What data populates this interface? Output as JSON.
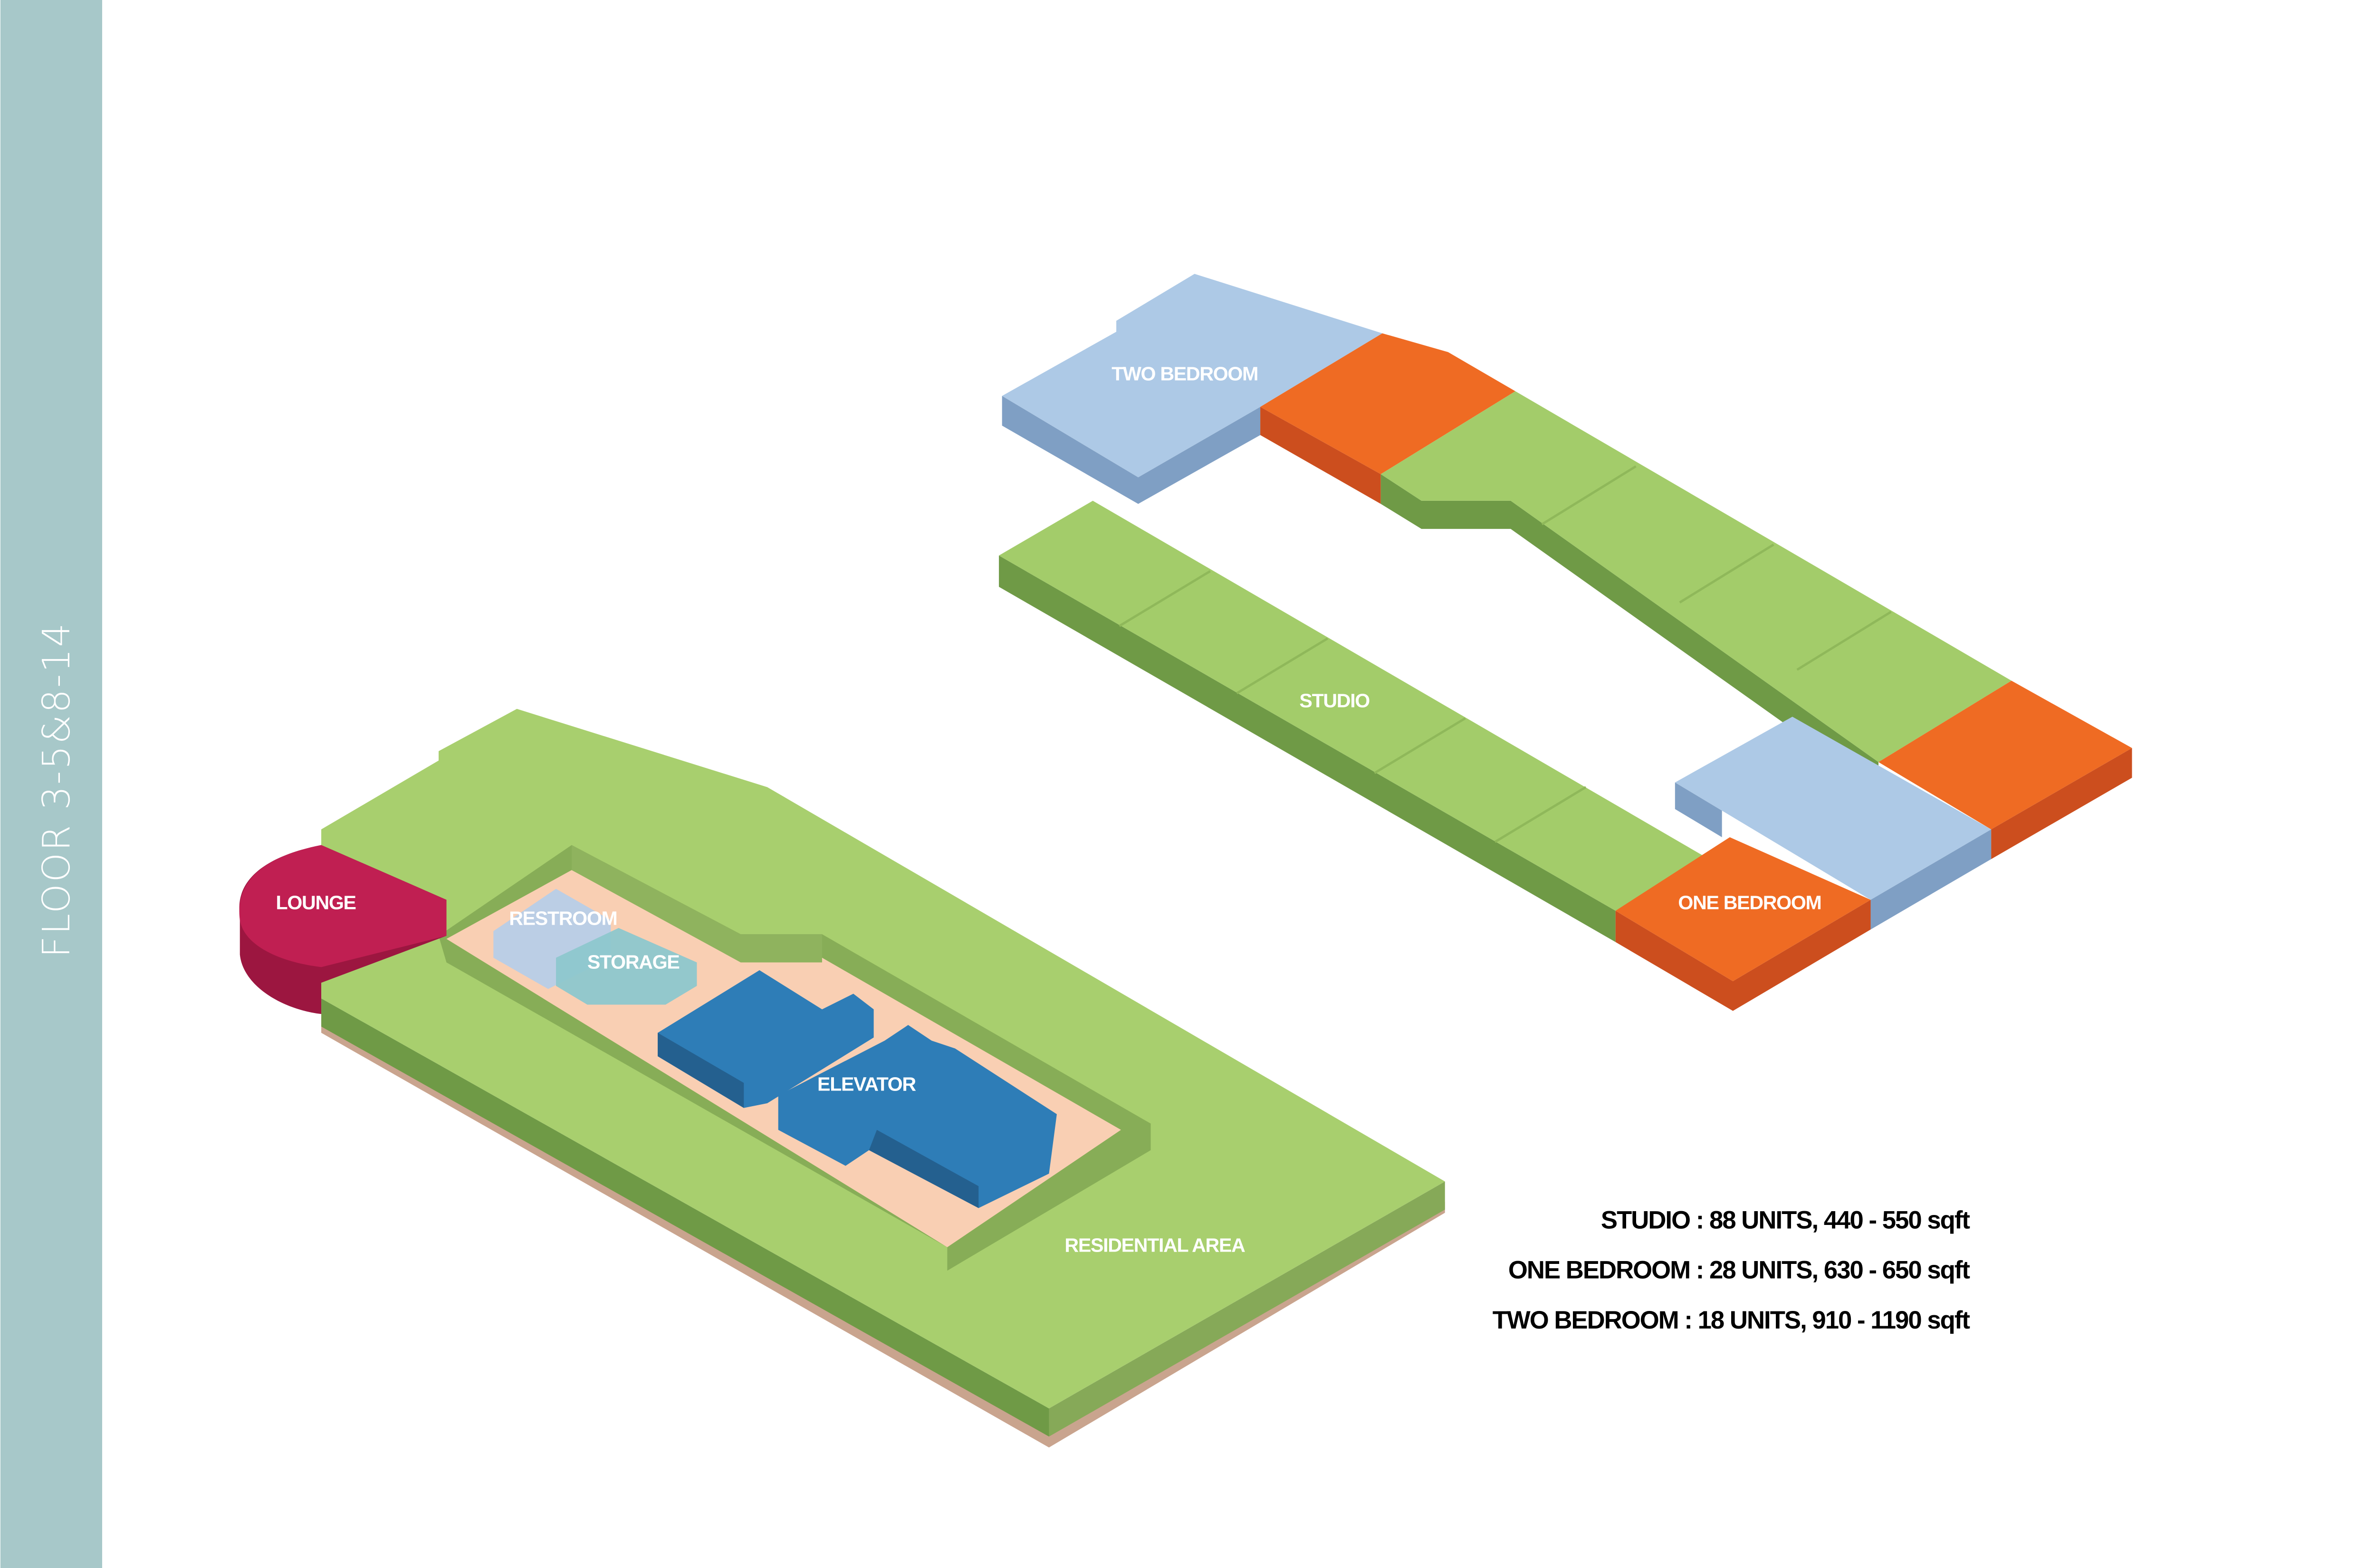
{
  "sidebar": {
    "title": "FLOOR 3-5&8-14"
  },
  "left_building": {
    "labels": {
      "lounge": "LOUNGE",
      "restroom": "RESTROOM",
      "storage": "STORAGE",
      "elevator": "ELEVATOR",
      "residential": "RESIDENTIAL AREA"
    }
  },
  "right_building": {
    "labels": {
      "two_bedroom": "TWO BEDROOM",
      "studio": "STUDIO",
      "one_bedroom": "ONE BEDROOM"
    }
  },
  "legend": [
    {
      "text": "STUDIO : 88 UNITS, 440 - 550 sqft"
    },
    {
      "text": "ONE BEDROOM : 28 UNITS, 630 - 650 sqft"
    },
    {
      "text": "TWO BEDROOM : 18 UNITS, 910 - 1190 sqft"
    }
  ],
  "colors": {
    "sidebar": "#a7c8c9",
    "studio": "#a3cc6a",
    "one_bedroom": "#ef6b23",
    "two_bedroom": "#adc9e6",
    "lounge": "#c01f52",
    "elevator": "#2e7db7",
    "courtyard": "#f9cfb3"
  }
}
